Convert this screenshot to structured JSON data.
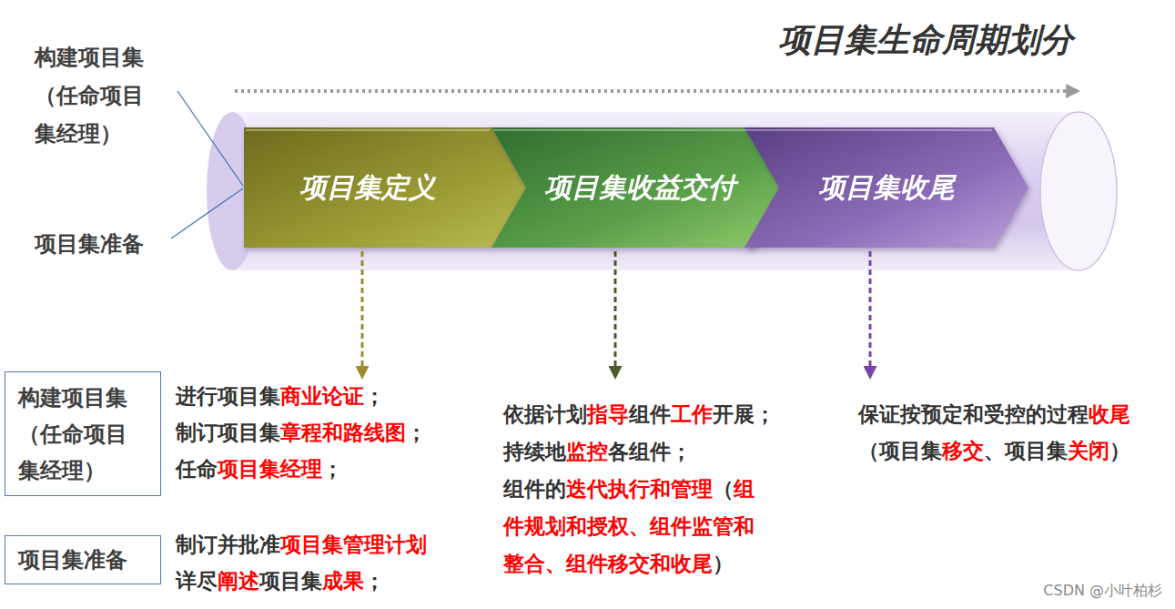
{
  "diagram": {
    "title": "项目集生命周期划分",
    "nodes": [
      {
        "text": [
          "项目集定义"
        ]
      },
      {
        "text": [
          "项目集收益交付"
        ]
      },
      {
        "text": [
          "项目集收尾"
        ]
      },
      {
        "text": [
          "构建项目集 （任命项目 集经理）"
        ]
      },
      {
        "text": [
          "项目集准备"
        ]
      }
    ],
    "labels": [
      "构建项目集 （任命项目 集经理）",
      "项目集准备",
      "进行项目集",
      "商业论证",
      "；",
      "制订项目集",
      "章程和路线图",
      "；",
      "任命",
      "项目集经理",
      "；",
      "制订并批准",
      "项目集管理计划",
      "详尽",
      "阐述",
      "项目集",
      "成果",
      "；",
      "依据计划",
      "指导",
      "组件",
      "工作",
      "开展；",
      "持续地",
      "监控",
      "各组件；",
      "组件的",
      "迭代执行和管理",
      "（",
      "组件规划和授权、组件监管和整合、组件移交和收尾",
      "）",
      "保证按预定和受控的过程",
      "收尾",
      "（项目集",
      "移交",
      "、项目集",
      "关闭",
      "）",
      "CSDN @小叶柏杉"
    ]
  }
}
